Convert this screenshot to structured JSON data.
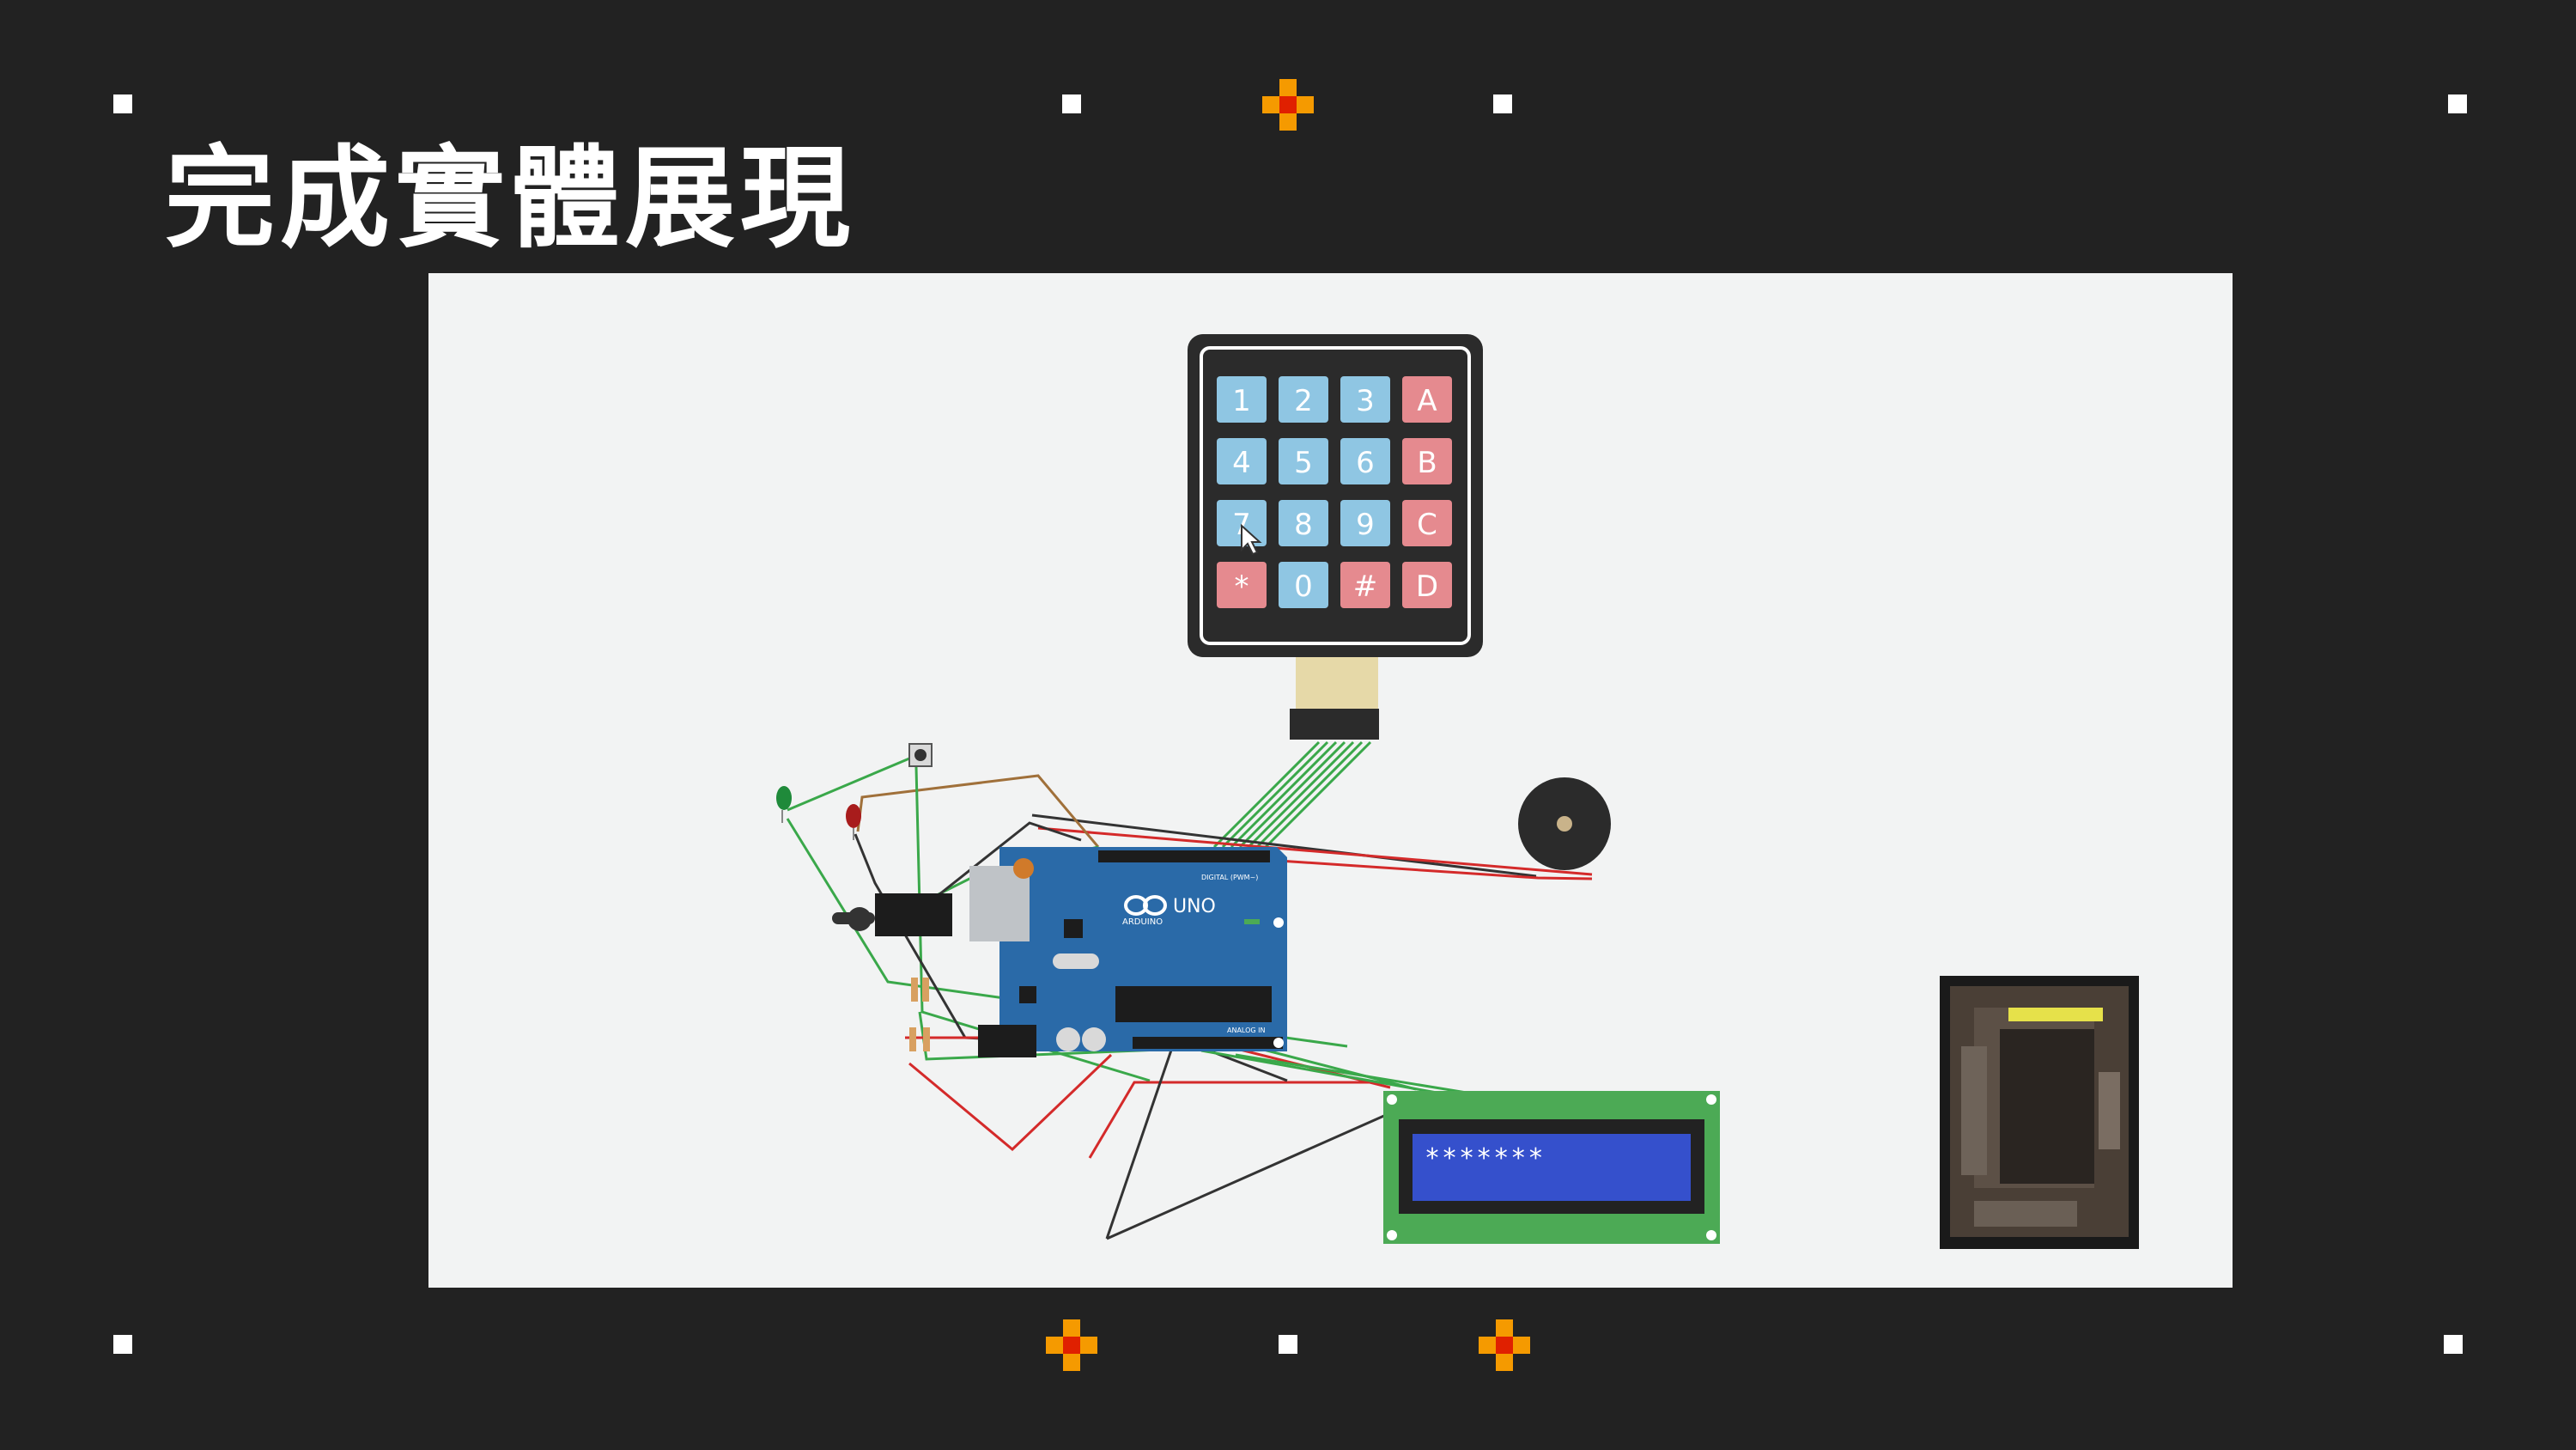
{
  "slide": {
    "title": "完成實體展現"
  },
  "simulation": {
    "keypad": {
      "keys": [
        "1",
        "2",
        "3",
        "A",
        "4",
        "5",
        "6",
        "B",
        "7",
        "8",
        "9",
        "C",
        "*",
        "0",
        "#",
        "D"
      ]
    },
    "arduino": {
      "brand": "ARDUINO",
      "model": "UNO",
      "digital_label": "DIGITAL (PWM~)",
      "analog_label": "ANALOG IN"
    },
    "lcd": {
      "text": "*******"
    },
    "colors": {
      "numeric_key": "#8fc6e3",
      "letter_key": "#e58a8f",
      "board": "#2a6aa8",
      "lcd_screen": "#3550cc",
      "lcd_pcb": "#4caa55",
      "accent_orange": "#f59a00",
      "accent_red": "#e02000"
    }
  }
}
